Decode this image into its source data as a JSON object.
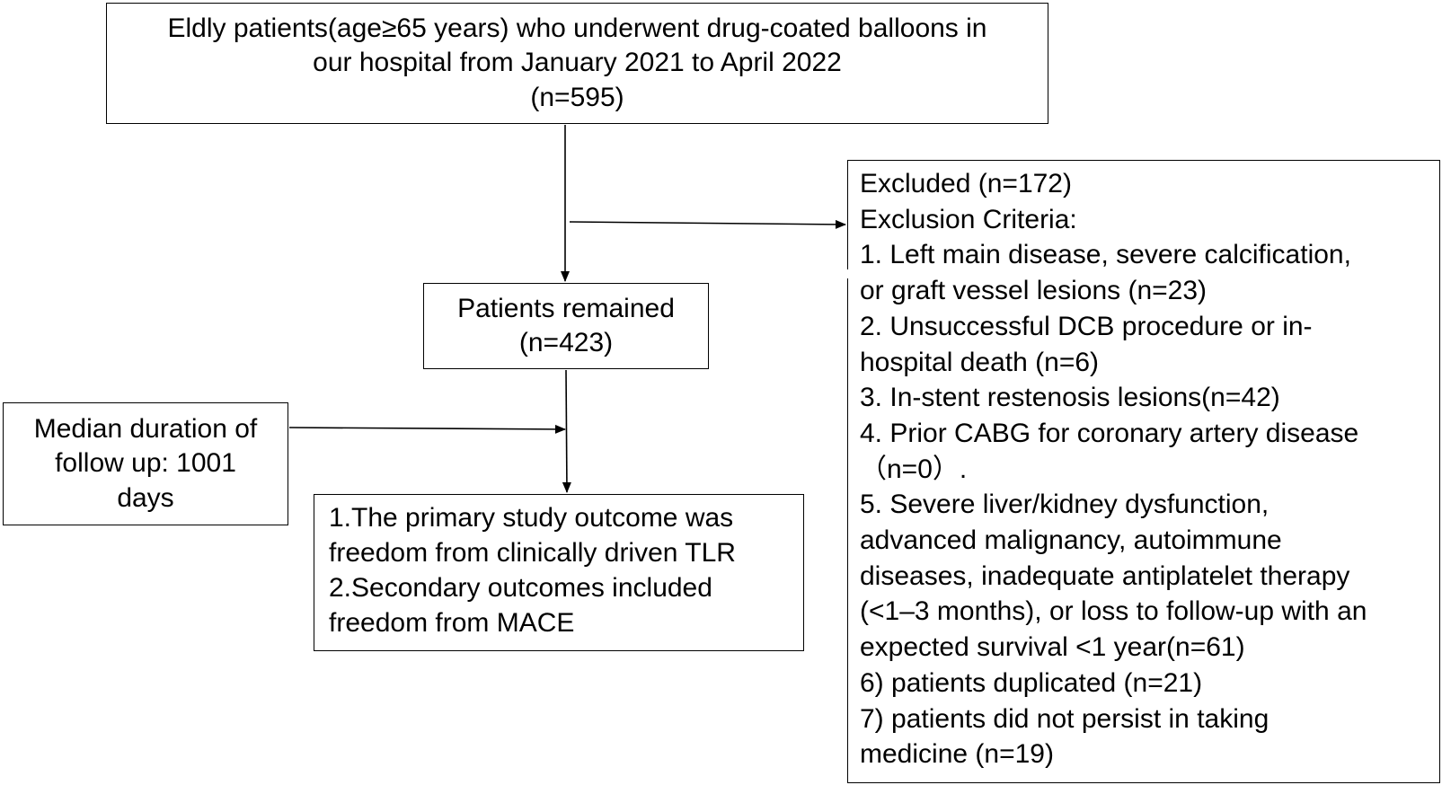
{
  "top_box": {
    "lines": [
      "Eldly patients(age≥65 years) who underwent drug-coated balloons in",
      "our hospital from January 2021 to April 2022",
      "(n=595)"
    ]
  },
  "remained_box": {
    "lines": [
      "Patients remained",
      "(n=423)"
    ]
  },
  "median_box": {
    "lines": [
      "Median duration of",
      "follow up: 1001",
      "days"
    ]
  },
  "outcomes_box": {
    "lines": [
      "1.The primary study outcome was",
      "freedom from clinically driven TLR",
      "2.Secondary outcomes included",
      "freedom from MACE"
    ]
  },
  "excluded_box": {
    "lines": [
      "Excluded (n=172)",
      "Exclusion Criteria:",
      "1. Left main disease, severe calcification,",
      "or graft vessel lesions (n=23)",
      "2. Unsuccessful DCB procedure or in-",
      "hospital death (n=6)",
      "3. In-stent restenosis lesions(n=42)",
      "4. Prior CABG for coronary artery disease",
      "（n=0）.",
      "5. Severe liver/kidney dysfunction,",
      "advanced malignancy, autoimmune",
      "diseases, inadequate antiplatelet therapy",
      "(<1–3 months), or loss to follow-up with an",
      "expected survival <1 year(n=61)",
      "6) patients duplicated (n=21)",
      "7) patients did not persist in taking",
      "medicine (n=19)"
    ]
  },
  "colors": {
    "stroke": "#000000",
    "background": "#ffffff",
    "text": "#000000"
  }
}
